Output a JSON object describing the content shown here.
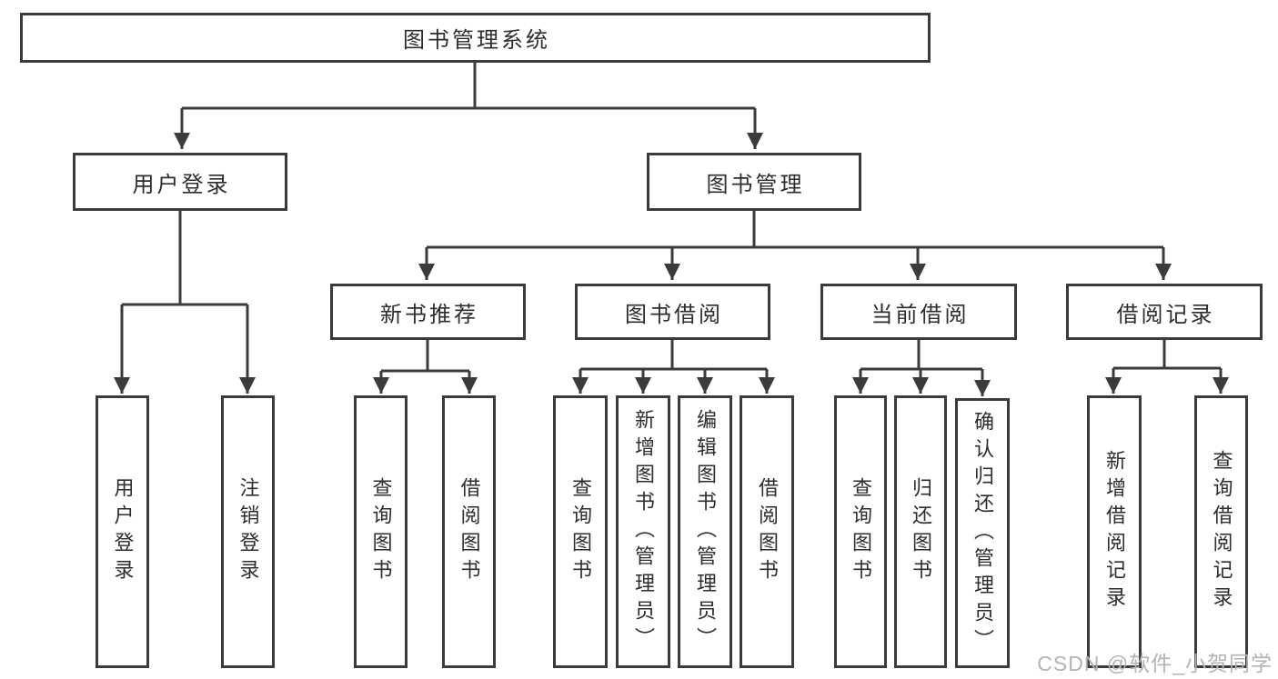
{
  "colors": {
    "line": "#3b3b3d",
    "box_border": "#3b3b3d",
    "box_background": "#ffffff",
    "text": "#2d2d2f",
    "watermark": "#b3b3b3",
    "page_background": "#ffffff"
  },
  "watermark": {
    "text": "CSDN @软件_小贺同学"
  },
  "tree": {
    "label": "图书管理系统",
    "children": [
      {
        "label": "用户登录",
        "children": [
          {
            "label": "用户登录"
          },
          {
            "label": "注销登录"
          }
        ]
      },
      {
        "label": "图书管理",
        "children": [
          {
            "label": "新书推荐",
            "children": [
              {
                "label": "查询图书"
              },
              {
                "label": "借阅图书"
              }
            ]
          },
          {
            "label": "图书借阅",
            "children": [
              {
                "label": "查询图书"
              },
              {
                "label": "新增图书（管理员）"
              },
              {
                "label": "编辑图书（管理员）"
              },
              {
                "label": "借阅图书"
              }
            ]
          },
          {
            "label": "当前借阅",
            "children": [
              {
                "label": "查询图书"
              },
              {
                "label": "归还图书"
              },
              {
                "label": "确认归还（管理员）"
              }
            ]
          },
          {
            "label": "借阅记录",
            "children": [
              {
                "label": "新增借阅记录"
              },
              {
                "label": "查询借阅记录"
              }
            ]
          }
        ]
      }
    ]
  }
}
